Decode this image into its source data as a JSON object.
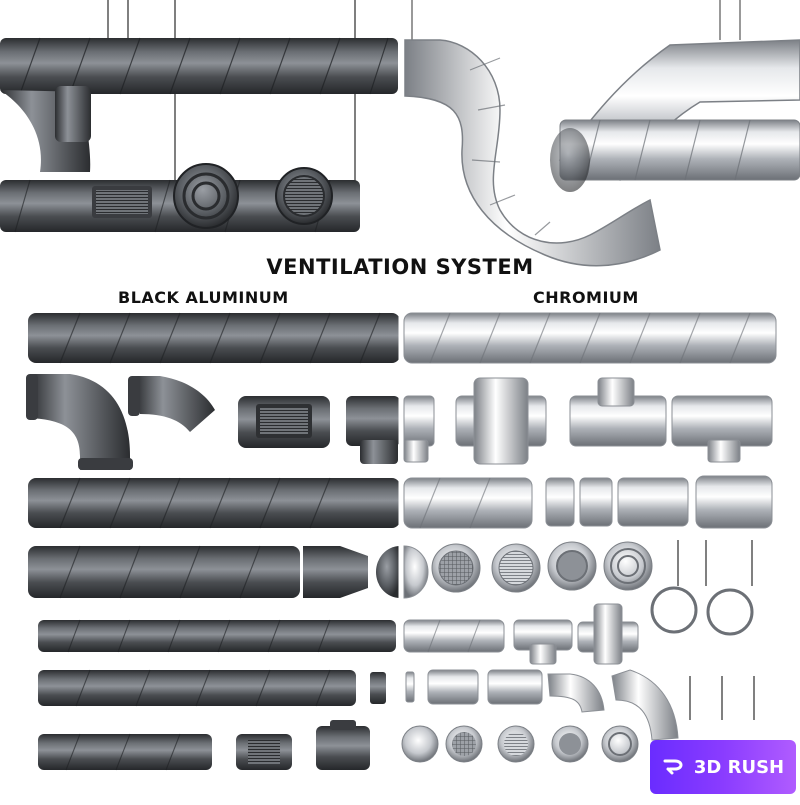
{
  "title": "VENTILATION SYSTEM",
  "labels": {
    "left": "BLACK ALUMINUM",
    "right": "CHROMIUM"
  },
  "badge": {
    "text": "3D RUSH",
    "icon": "3drush-logo-icon"
  },
  "colors": {
    "black_dark": "#2f3134",
    "black_mid": "#5a5e63",
    "black_light": "#8d9197",
    "chrome_dark": "#7c8086",
    "chrome_mid": "#c8ccd1",
    "chrome_light": "#f2f3f5",
    "badge_start": "#6a2cff",
    "badge_end": "#b05cff"
  }
}
